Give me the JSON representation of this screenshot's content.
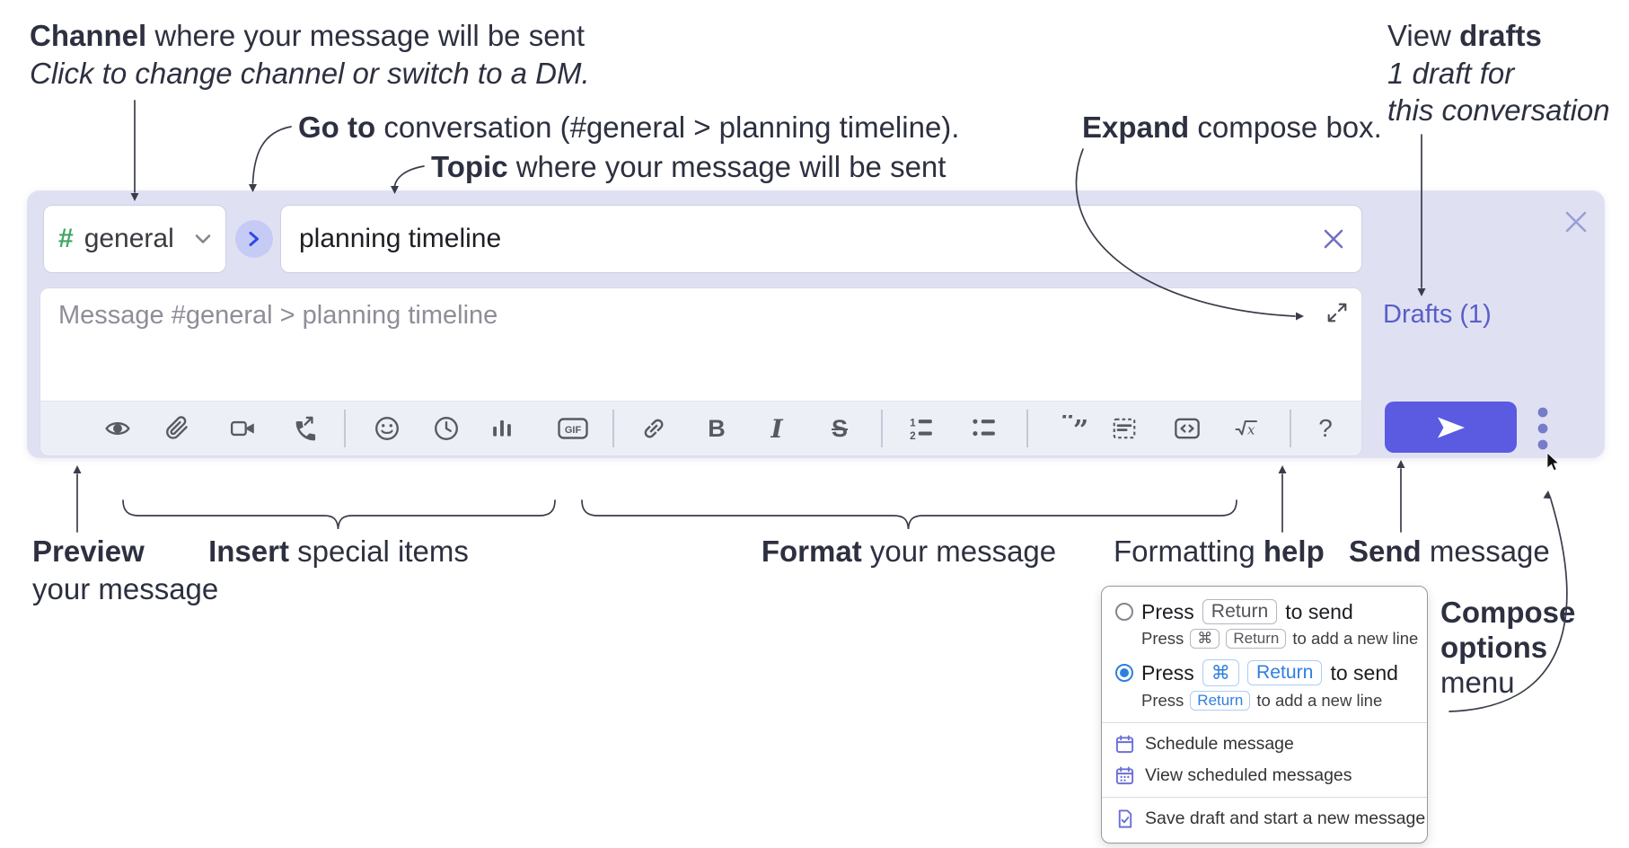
{
  "annotations": {
    "channel": {
      "bold": "Channel",
      "rest": " where your message will be sent",
      "line2": "Click to change channel or switch to a DM."
    },
    "goto": {
      "bold": "Go to",
      "rest": " conversation (#general > planning timeline)."
    },
    "topic": {
      "bold": "Topic",
      "rest": " where your message will be sent"
    },
    "expand": {
      "bold": "Expand",
      "rest": " compose box."
    },
    "view_drafts": {
      "pre": "View ",
      "bold": "drafts",
      "line2": "1 draft for",
      "line3": "this conversation"
    },
    "preview": {
      "bold": "Preview",
      "line2": "your message"
    },
    "insert": {
      "bold": "Insert",
      "rest": " special items"
    },
    "format": {
      "bold": "Format",
      "rest": " your message"
    },
    "formatting_help": {
      "pre": "Formatting ",
      "bold": "help"
    },
    "send": {
      "bold": "Send",
      "rest": " message"
    },
    "compose_options": {
      "line1": "Compose",
      "line2": "options",
      "line3": "menu"
    }
  },
  "compose": {
    "channel_hash": "#",
    "channel_name": "general",
    "topic_value": "planning timeline",
    "message_placeholder": "Message #general > planning timeline",
    "drafts_link": "Drafts (1)"
  },
  "toolbar": {
    "gif_label": "GIF",
    "bold_glyph": "B",
    "italic_glyph": "I",
    "strike_glyph": "S",
    "ol_1": "1",
    "ol_2": "2",
    "quote_open": "“",
    "quote_close": "”",
    "math_glyph": "x",
    "help_glyph": "?",
    "icon_names": [
      "preview",
      "attach-file",
      "video-call",
      "audio-call",
      "emoji",
      "time",
      "poll",
      "gif",
      "link",
      "bold",
      "italic",
      "strikethrough",
      "numbered-list",
      "bulleted-list",
      "quote",
      "spoiler",
      "code",
      "math",
      "help"
    ]
  },
  "options_menu": {
    "option1": {
      "pre": "Press",
      "key1": "Return",
      "post": "to send",
      "sub_pre": "Press",
      "sub_key1": "⌘",
      "sub_key2": "Return",
      "sub_post": "to add a new line"
    },
    "option2": {
      "pre": "Press",
      "key1": "⌘",
      "key2": "Return",
      "post": "to send",
      "sub_pre": "Press",
      "sub_key1": "Return",
      "sub_post": "to add a new line"
    },
    "items": [
      "Schedule message",
      "View scheduled messages",
      "Save draft and start a new message"
    ]
  },
  "colors": {
    "container_bg": "#dfe1f3",
    "send_accent": "#5a5be1",
    "link_indigo": "#5a5ec5",
    "hash_green": "#43a565",
    "goto_blue": "#2c49e8",
    "kbd_blue": "#2f7fe0",
    "menu_icon_purple": "#6b6fd8"
  }
}
